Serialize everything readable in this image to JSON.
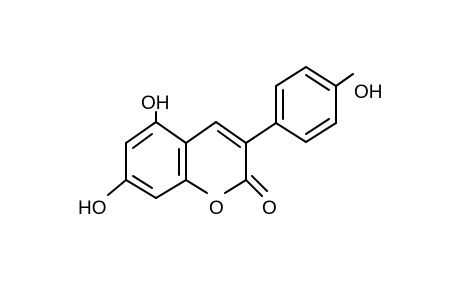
{
  "molecule": {
    "labels": {
      "oh_top_left": "OH",
      "oh_bottom_left": "HO",
      "ring_oxygen": "O",
      "carbonyl_oxygen": "O",
      "oh_right": "OH"
    }
  }
}
